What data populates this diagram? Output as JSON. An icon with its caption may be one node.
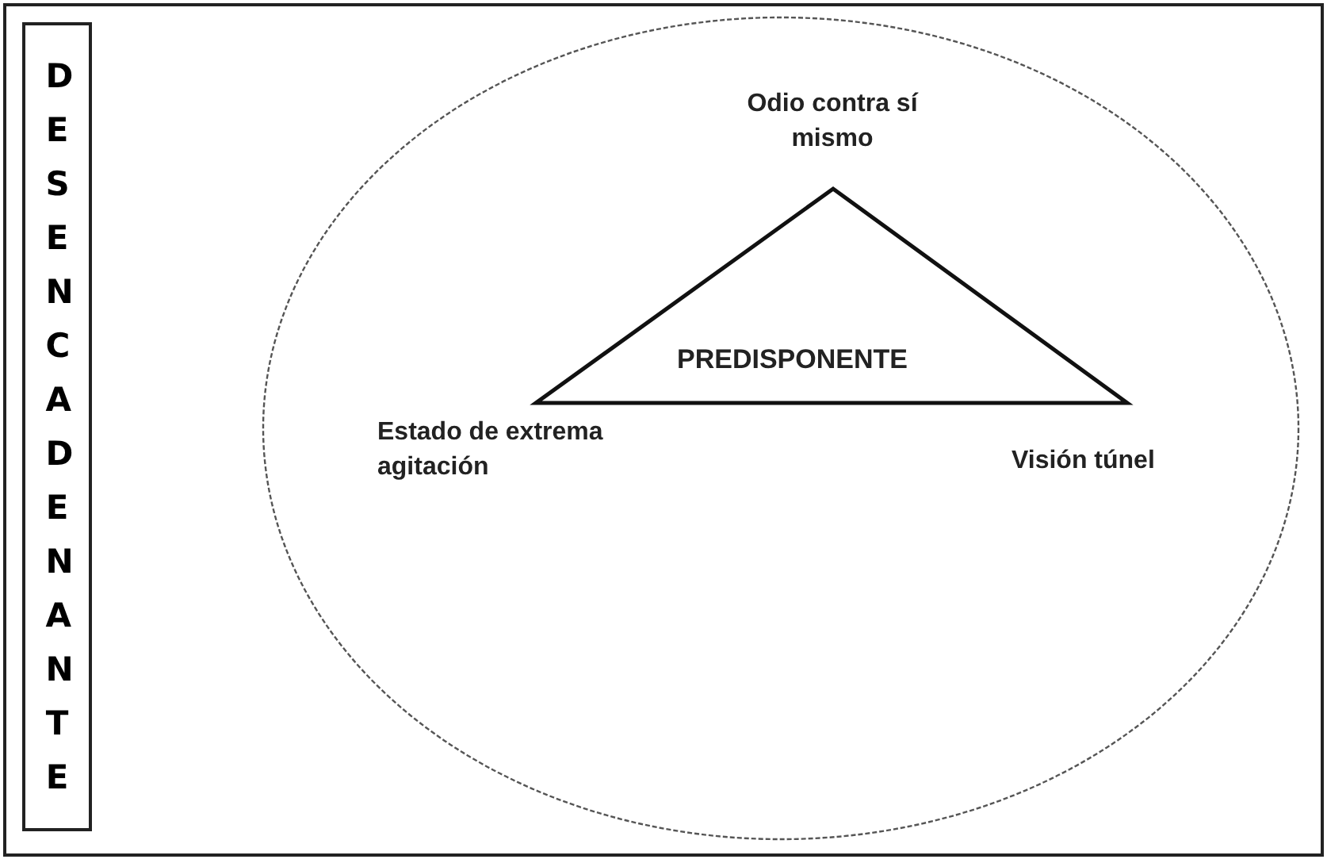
{
  "diagram": {
    "nodes": [
      {
        "text": [
          "DESENCADENANTE"
        ]
      },
      {
        "text": [],
        "shape": "ellipse"
      },
      {
        "text": [
          "PREDISPONENTE"
        ],
        "in": 1,
        "beside": [
          "Odio contra sí mismo",
          "Estado de extrema agitación",
          "Visión túnel"
        ]
      }
    ]
  }
}
